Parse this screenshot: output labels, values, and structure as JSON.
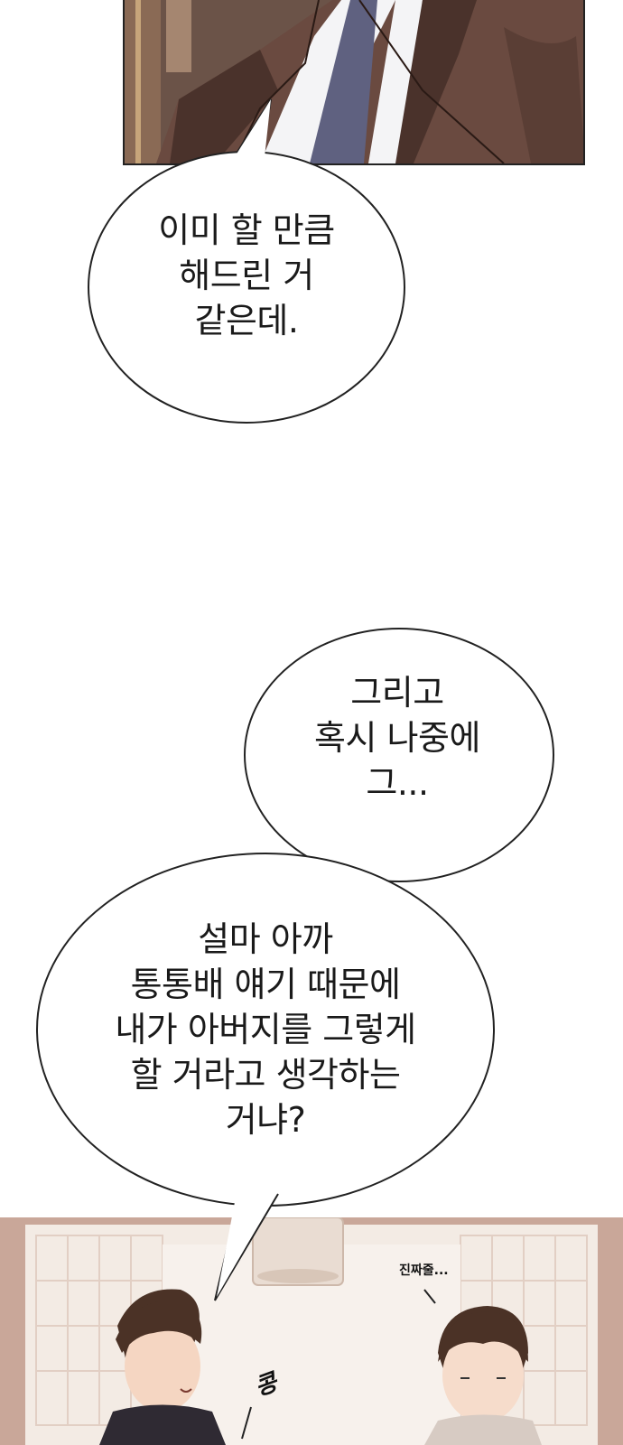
{
  "colors": {
    "suit": "#6a4a40",
    "suit_dark": "#4a322b",
    "shirt": "#f4f4f6",
    "tie": "#5f6180",
    "wall_bg": "#6b5348",
    "room_wall": "#f3ebe4",
    "room_trim": "#c9a799",
    "lamp": "#e9dcd2",
    "hair": "#4b3226"
  },
  "bubbles": [
    {
      "lines": [
        "이미 할 만큼",
        "해드린 거",
        "같은데."
      ]
    },
    {
      "lines": [
        "그리고",
        "혹시 나중에",
        "그..."
      ]
    },
    {
      "lines": [
        "설마 아까",
        "통통배 얘기 때문에",
        "내가 아버지를 그렇게",
        "할 거라고 생각하는",
        "거냐?"
      ]
    }
  ],
  "sfx": {
    "whisper": "진짜줄...",
    "thud": "콩"
  }
}
